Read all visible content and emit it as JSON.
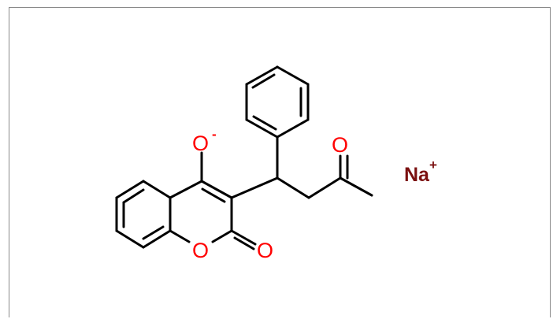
{
  "molecule": {
    "atoms": {
      "o_anion": "O",
      "o_anion_charge": "-",
      "o_ketone": "O",
      "o_ring": "O",
      "o_lactone": "O",
      "sodium": "Na",
      "sodium_charge": "+"
    },
    "colors": {
      "bond": "#000000",
      "oxygen": "#ff0000",
      "sodium": "#7b1010",
      "frame": "#8a8a8a"
    }
  }
}
